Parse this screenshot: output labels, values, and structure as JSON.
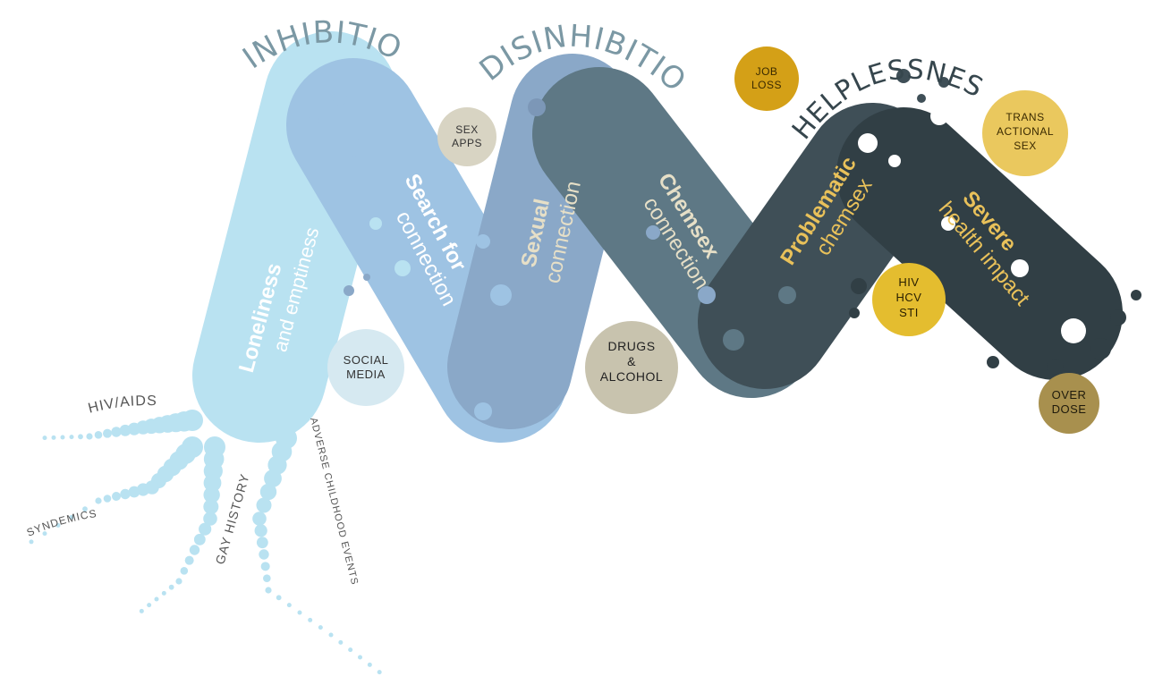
{
  "stages": {
    "inhibition": "INHIBITION",
    "disinhibition": "DISINHIBITION",
    "helplessness": "HELPLESSNESS"
  },
  "roots": {
    "hiv_aids": "HIV/AIDS",
    "syndemics": "SYNDEMICS",
    "gay_history": "GAY HISTORY",
    "adverse": "ADVERSE CHILDHOOD EVENTS"
  },
  "bands": {
    "loneliness": {
      "bold": "Loneliness",
      "light": "and emptiness"
    },
    "search": {
      "bold": "Search for",
      "light": "connection"
    },
    "sexual": {
      "bold": "Sexual",
      "light": "connection"
    },
    "chemsex": {
      "bold": "Chemsex",
      "light": "connection"
    },
    "problematic": {
      "bold": "Problematic",
      "light": "chemsex"
    },
    "severe": {
      "bold": "Severe",
      "light": "health impact"
    }
  },
  "bubbles": {
    "social_media": [
      "SOCIAL",
      "MEDIA"
    ],
    "sex_apps": [
      "SEX",
      "APPS"
    ],
    "drugs_alcohol": [
      "DRUGS",
      "&",
      "ALCOHOL"
    ],
    "job_loss": [
      "JOB",
      "LOSS"
    ],
    "transactional": [
      "TRANS",
      "ACTIONAL",
      "SEX"
    ],
    "hiv_hcv_sti": [
      "HIV",
      "HCV",
      "STI"
    ],
    "overdose": [
      "OVER",
      "DOSE"
    ]
  },
  "colors": {
    "band1": "#b9e2f1",
    "band2": "#9ec3e3",
    "band3": "#8aa8c8",
    "band4": "#5e7885",
    "band5": "#3f4f57",
    "band6": "#313f45",
    "gold_text": "#e9c15a",
    "bubble_social": "#d6e9f1",
    "bubble_apps": "#d8d4c3",
    "bubble_drugs": "#c8c3ae",
    "bubble_job": "#d4a017",
    "bubble_trans": "#eac85e",
    "bubble_hiv": "#e4bd2f",
    "bubble_overdose": "#a8904e"
  }
}
